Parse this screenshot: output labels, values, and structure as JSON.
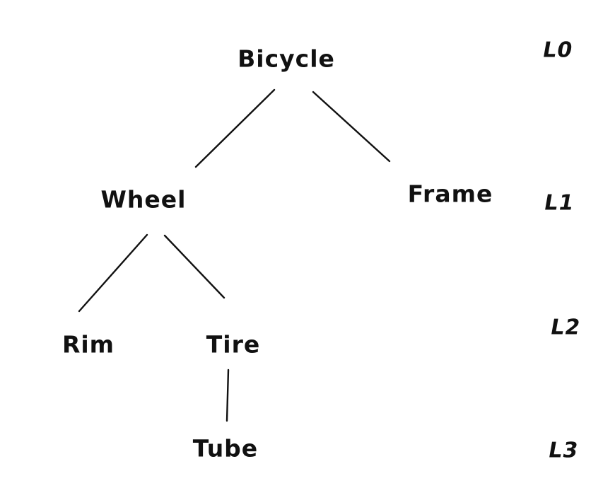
{
  "diagram": {
    "type": "tree",
    "style": "hand-drawn",
    "ink_color": "#111111",
    "background_color": "#ffffff",
    "nodes": [
      {
        "id": "bicycle",
        "label": "Bicycle",
        "level": 0,
        "parent": null
      },
      {
        "id": "wheel",
        "label": "Wheel",
        "level": 1,
        "parent": "bicycle"
      },
      {
        "id": "frame",
        "label": "Frame",
        "level": 1,
        "parent": "bicycle"
      },
      {
        "id": "rim",
        "label": "Rim",
        "level": 2,
        "parent": "wheel"
      },
      {
        "id": "tire",
        "label": "Tire",
        "level": 2,
        "parent": "wheel"
      },
      {
        "id": "tube",
        "label": "Tube",
        "level": 3,
        "parent": "tire"
      }
    ],
    "edges": [
      {
        "from": "bicycle",
        "to": "wheel"
      },
      {
        "from": "bicycle",
        "to": "frame"
      },
      {
        "from": "wheel",
        "to": "rim"
      },
      {
        "from": "wheel",
        "to": "tire"
      },
      {
        "from": "tire",
        "to": "tube"
      }
    ],
    "level_labels": [
      {
        "label": "L0"
      },
      {
        "label": "L1"
      },
      {
        "label": "L2"
      },
      {
        "label": "L3"
      }
    ]
  }
}
